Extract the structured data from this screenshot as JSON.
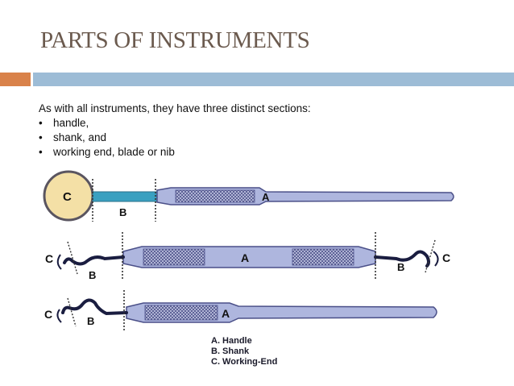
{
  "slide": {
    "title": "PARTS OF INSTRUMENTS",
    "intro": "As with all instruments, they have three distinct sections:",
    "bullets": [
      "handle,",
      "shank, and",
      "working end, blade or nib"
    ],
    "bullet_symbol": "•"
  },
  "diagram": {
    "labels": {
      "handle": "A",
      "shank": "B",
      "working_end": "C"
    },
    "legend": [
      "A. Handle",
      "B. Shank",
      "C. Working-End"
    ]
  },
  "colors": {
    "title": "#6b5a4e",
    "accent_orange": "#d9824a",
    "accent_blue": "#9dbcd6",
    "instrument_fill": "#aeb6de",
    "instrument_outline": "#4a4f88",
    "knurl": "#5a5f8f",
    "mirror_face": "#f4e0a6",
    "mirror_shank": "#3aa0c0"
  }
}
